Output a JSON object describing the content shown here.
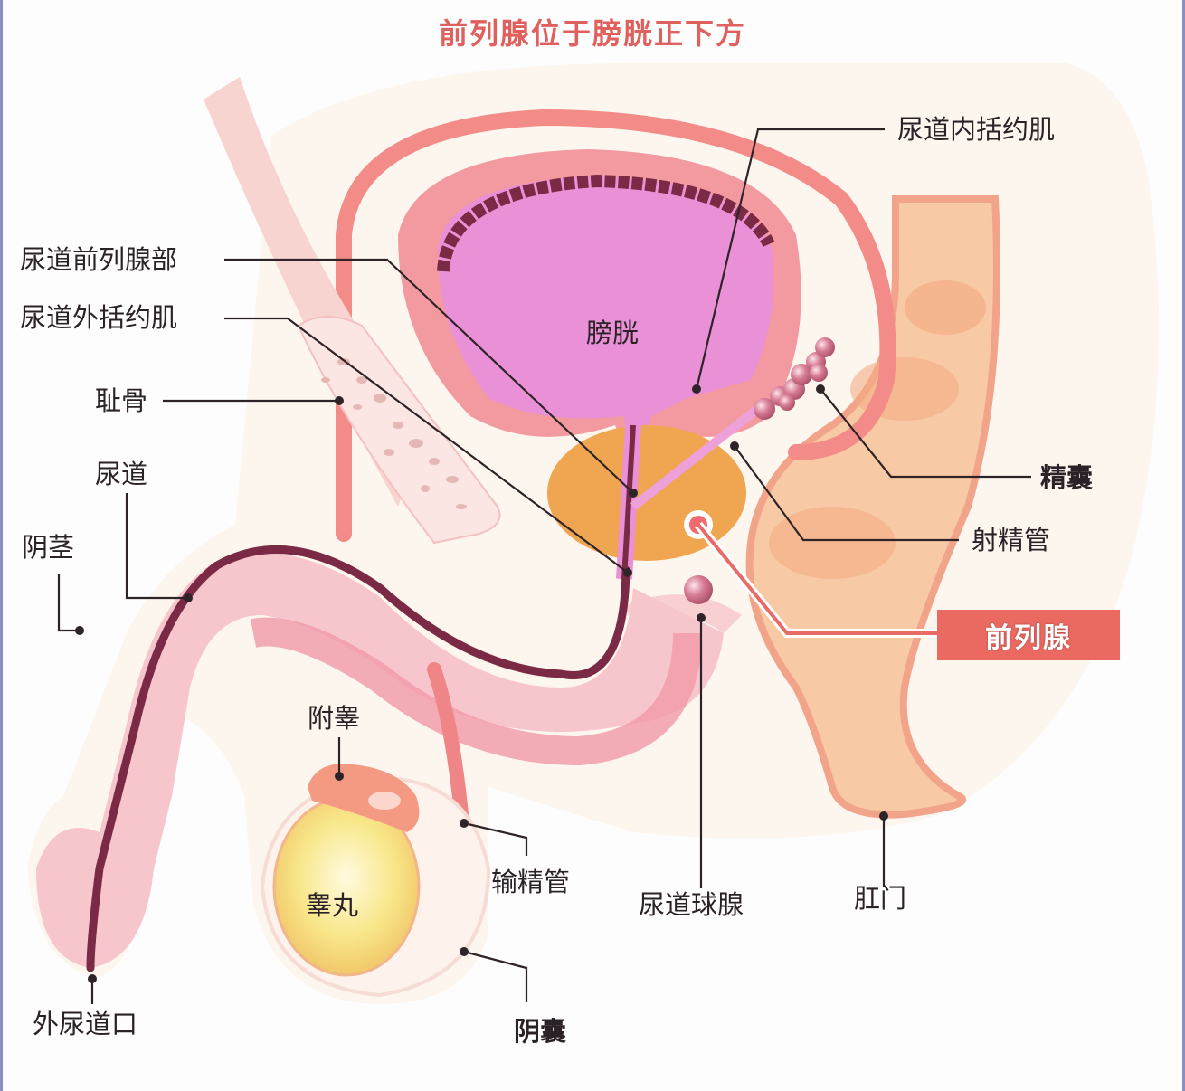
{
  "title": "前列腺位于膀胱正下方",
  "colors": {
    "title": "#e0605e",
    "highlight_box": "#ea6a62",
    "label_text": "#2a2226",
    "leader_line": "#2e2428",
    "bladder_inner": "#e98fd6",
    "bladder_wall": "#f08a8a",
    "prostate": "#f0a550",
    "testis": "#f6e27a",
    "urethra_dark": "#7a2a44",
    "rectum": "#f7b890",
    "frame_border": "#8a8fc0"
  },
  "labels": {
    "internal_sphincter": "尿道内括约肌",
    "prostatic_urethra": "尿道前列腺部",
    "external_sphincter": "尿道外括约肌",
    "pubic_bone": "耻骨",
    "urethra": "尿道",
    "penis": "阴茎",
    "bladder": "膀胱",
    "seminal_vesicle": "精囊",
    "ejaculatory_duct": "射精管",
    "prostate": "前列腺",
    "epididymis": "附睾",
    "testis": "睾丸",
    "vas_deferens": "输精管",
    "bulbourethral_gland": "尿道球腺",
    "anus": "肛门",
    "external_urethral_orifice": "外尿道口",
    "scrotum": "阴囊"
  }
}
